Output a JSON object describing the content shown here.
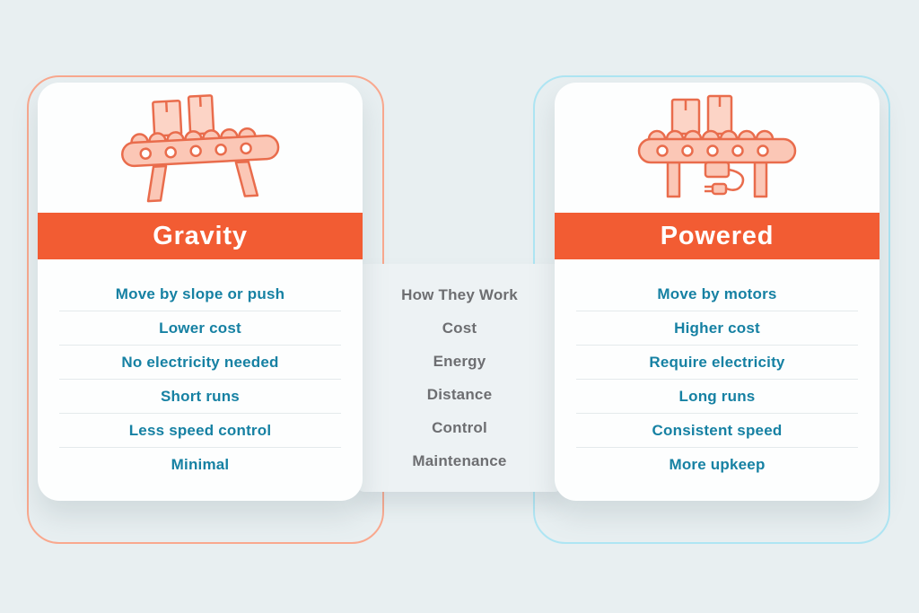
{
  "comparison": {
    "left": {
      "title": "Gravity",
      "icon": "gravity-conveyor-icon",
      "rows": [
        "Move by slope or push",
        "Lower cost",
        "No electricity needed",
        "Short runs",
        "Less speed control",
        "Minimal"
      ]
    },
    "center": {
      "rows": [
        "How They Work",
        "Cost",
        "Energy",
        "Distance",
        "Control",
        "Maintenance"
      ]
    },
    "right": {
      "title": "Powered",
      "icon": "powered-conveyor-icon",
      "rows": [
        "Move by motors",
        "Higher cost",
        "Require electricity",
        "Long runs",
        "Consistent speed",
        "More upkeep"
      ]
    },
    "colors": {
      "background": "#e8eff1",
      "header": "#f25c33",
      "row_text": "#1681a3",
      "center_text": "#6d6e71",
      "left_border": "#f9a88e",
      "right_border": "#aee5f3",
      "illustration_fill": "#fbc7b6",
      "illustration_stroke": "#e96c4c"
    }
  }
}
